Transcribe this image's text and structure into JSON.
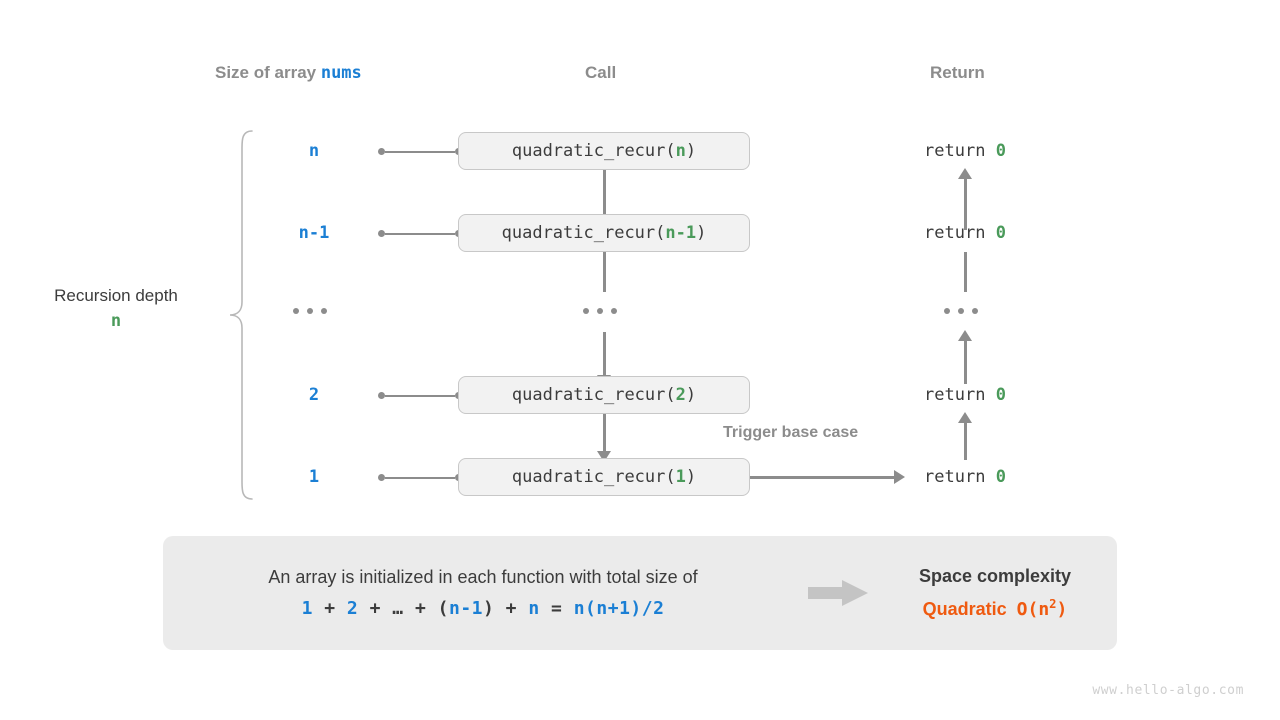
{
  "headers": {
    "size_prefix": "Size of array ",
    "size_var": "nums",
    "call": "Call",
    "return": "Return"
  },
  "depth": {
    "label": "Recursion depth",
    "value": "n"
  },
  "rows": [
    {
      "size": "n",
      "call_name": "quadratic_recur(",
      "call_arg": "n",
      "call_close": ")",
      "ret_prefix": "return ",
      "ret_value": "0"
    },
    {
      "size": "n-1",
      "call_name": "quadratic_recur(",
      "call_arg": "n-1",
      "call_close": ")",
      "ret_prefix": "return ",
      "ret_value": "0"
    },
    {
      "size": "...",
      "call_name": "...",
      "call_arg": "",
      "call_close": "",
      "ret_prefix": "...",
      "ret_value": ""
    },
    {
      "size": "2",
      "call_name": "quadratic_recur(",
      "call_arg": "2",
      "call_close": ")",
      "ret_prefix": "return ",
      "ret_value": "0"
    },
    {
      "size": "1",
      "call_name": "quadratic_recur(",
      "call_arg": "1",
      "call_close": ")",
      "ret_prefix": "return ",
      "ret_value": "0"
    }
  ],
  "trigger_label": "Trigger base case",
  "summary": {
    "text": "An array is initialized in each function with total size of",
    "formula": {
      "t1": "1",
      "op1": " + ",
      "t2": "2",
      "op2": " + ",
      "t3": "…",
      "op3": " + ",
      "paren_open": "(",
      "t4": "n-1",
      "paren_close": ")",
      "op4": " + ",
      "t5": "n",
      "eq": " = ",
      "result": "n(n+1)/2"
    },
    "complexity_title": "Space complexity",
    "complexity_word": "Quadratic",
    "complexity_big_o": "O(n",
    "complexity_exp": "2",
    "complexity_close": ")"
  },
  "watermark": "www.hello-algo.com",
  "colors": {
    "blue": "#1b7fd4",
    "green": "#4a9a5a",
    "gray": "#8c8c8c",
    "dark": "#3c3c3c",
    "orange": "#ef5a10",
    "panel": "#ebebeb",
    "box_fill": "#f2f2f2",
    "box_border": "#c8c8c8"
  }
}
